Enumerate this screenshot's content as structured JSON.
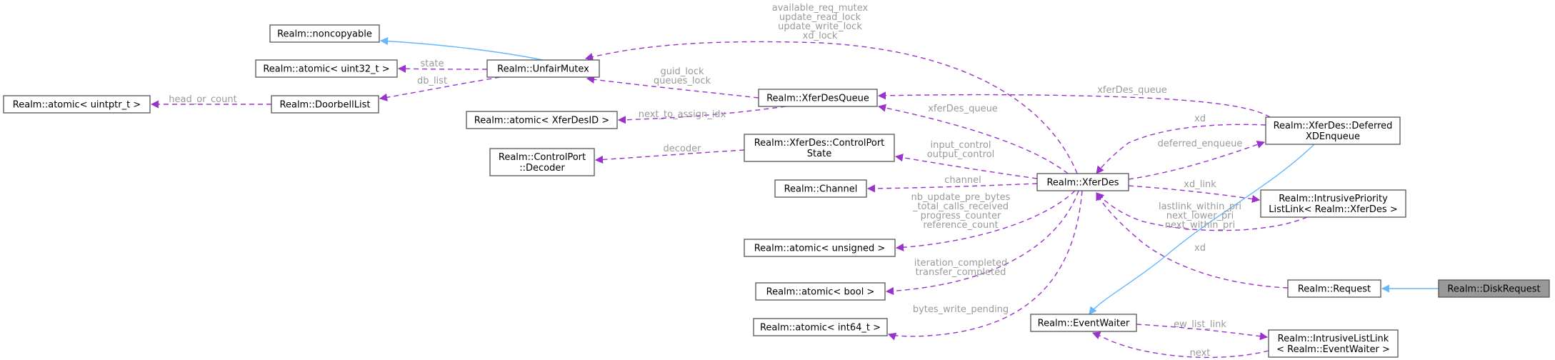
{
  "nodes": {
    "noncopyable": [
      "Realm::noncopyable"
    ],
    "atomic_uint32": [
      "Realm::atomic< uint32_t >"
    ],
    "atomic_uintptr": [
      "Realm::atomic< uintptr_t >"
    ],
    "doorbell_list": [
      "Realm::DoorbellList"
    ],
    "unfair_mutex": [
      "Realm::UnfairMutex"
    ],
    "atomic_xferdesid": [
      "Realm::atomic< XferDesID >"
    ],
    "control_port_decoder": [
      "Realm::ControlPort",
      "::Decoder"
    ],
    "channel": [
      "Realm::Channel"
    ],
    "atomic_unsigned": [
      "Realm::atomic< unsigned >"
    ],
    "atomic_bool": [
      "Realm::atomic< bool >"
    ],
    "atomic_int64": [
      "Realm::atomic< int64_t >"
    ],
    "xferdes_queue": [
      "Realm::XferDesQueue"
    ],
    "control_port_state": [
      "Realm::XferDes::ControlPort",
      "State"
    ],
    "xferdes": [
      "Realm::XferDes"
    ],
    "event_waiter": [
      "Realm::EventWaiter"
    ],
    "deferred_enqueue": [
      "Realm::XferDes::Deferred",
      "XDEnqueue"
    ],
    "intrusive_priority": [
      "Realm::IntrusivePriority",
      "ListLink< Realm::XferDes >"
    ],
    "request": [
      "Realm::Request"
    ],
    "intrusive_list_link": [
      "Realm::IntrusiveListLink",
      "< Realm::EventWaiter >"
    ],
    "disk_request": [
      "Realm::DiskRequest"
    ]
  },
  "edge_labels": {
    "state": [
      "state"
    ],
    "db_list": [
      "db_list"
    ],
    "head_or_count": [
      "head_or_count"
    ],
    "mutex_locks": [
      "available_req_mutex",
      "update_read_lock",
      "update_write_lock",
      "xd_lock"
    ],
    "guid_lock": [
      "guid_lock",
      "queues_lock"
    ],
    "next_to_assign": [
      "next_to_assign_idx"
    ],
    "xferdes_queue_xd": [
      "xferDes_queue"
    ],
    "xferdes_queue_def": [
      "xferDes_queue"
    ],
    "decoder": [
      "decoder"
    ],
    "control": [
      "input_control",
      "output_control"
    ],
    "channel": [
      "channel"
    ],
    "counters": [
      "nb_update_pre_bytes",
      "_total_calls_received",
      "progress_counter",
      "reference_count"
    ],
    "completed": [
      "iteration_completed",
      "transfer_completed"
    ],
    "bytes_write": [
      "bytes_write_pending"
    ],
    "xd_def": [
      "xd"
    ],
    "deferred_enqueue": [
      "deferred_enqueue"
    ],
    "xd_link": [
      "xd_link"
    ],
    "lastlink": [
      "lastlink_within_pri",
      "next_lower_pri",
      "next_within_pri"
    ],
    "xd_req": [
      "xd"
    ],
    "ew_list_link": [
      "ew_list_link"
    ],
    "next": [
      "next"
    ]
  },
  "colors": {
    "dependency_edge": "#9a32cd",
    "inheritance_edge": "#63b8ff",
    "edge_label": "#9a9a9a",
    "node_border": "#555555",
    "highlight_fill": "#999999"
  }
}
